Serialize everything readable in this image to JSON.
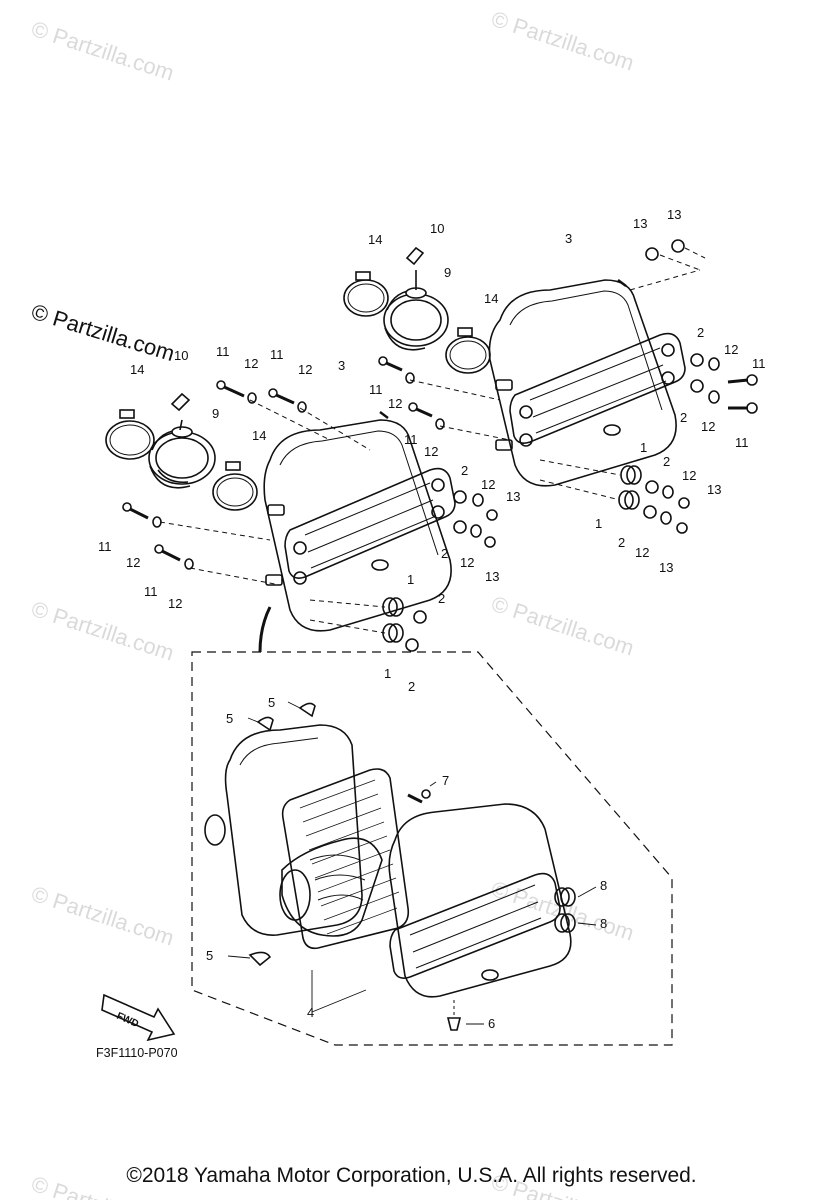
{
  "watermarks": [
    "© Partzilla.com",
    "© Partzilla.com",
    "© Partzilla.com",
    "© Partzilla.com",
    "© Partzilla.com",
    "© Partzilla.com",
    "© Partzilla.com",
    "© Partzilla.com"
  ],
  "side_watermark": "© Partzilla.com",
  "diagram_code": "F3F1110-P070",
  "fwd_label": "FWD",
  "copyright": "©2018  Yamaha Motor Corporation, U.S.A. All rights reserved.",
  "callouts": {
    "l_10": "10",
    "l_14a": "14",
    "l_9": "9",
    "l_11a": "11",
    "l_12a": "12",
    "l_11b": "11",
    "l_12b": "12",
    "l_3": "3",
    "l_14b": "14",
    "l_2a": "2",
    "l_12c": "12",
    "l_13a": "13",
    "l_2b": "2",
    "l_12d": "12",
    "l_13b": "13",
    "l_11c": "11",
    "l_12e": "12",
    "l_11d": "11",
    "l_12f": "12",
    "l_1a": "1",
    "l_2c": "2",
    "l_1b": "1",
    "l_2d": "2",
    "r_10": "10",
    "r_14a": "14",
    "r_9": "9",
    "r_14b": "14",
    "r_3": "3",
    "r_13a": "13",
    "r_13b": "13",
    "r_11a": "11",
    "r_12a": "12",
    "r_11b": "11",
    "r_12b": "12",
    "r_2a": "2",
    "r_12c": "12",
    "r_11c": "11",
    "r_2b": "2",
    "r_12d": "12",
    "r_11d": "11",
    "r_1a": "1",
    "r_2c": "2",
    "r_12e": "12",
    "r_13c": "13",
    "r_1b": "1",
    "r_2d": "2",
    "r_12f": "12",
    "r_13d": "13",
    "d_5a": "5",
    "d_5b": "5",
    "d_7": "7",
    "d_8a": "8",
    "d_8b": "8",
    "d_5c": "5",
    "d_4": "4",
    "d_6": "6"
  }
}
